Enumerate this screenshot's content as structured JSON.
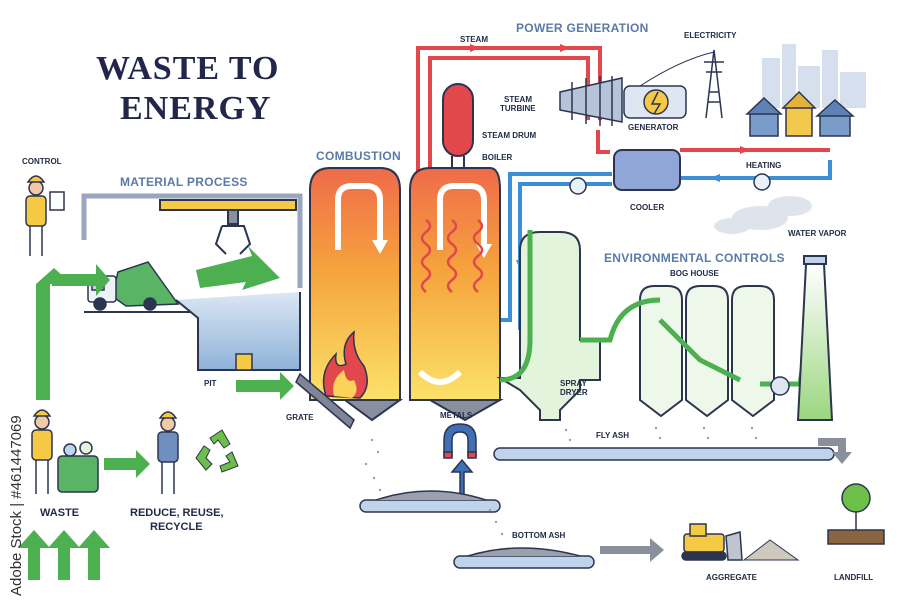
{
  "title": {
    "line1": "WASTE TO",
    "line2": "ENERGY"
  },
  "sections": {
    "material_process": "MATERIAL PROCESS",
    "combustion": "COMBUSTION",
    "power_generation": "POWER GENERATION",
    "environmental_controls": "ENVIRONMENTAL CONTROLS"
  },
  "labels": {
    "control": "CONTROL",
    "pit": "PIT",
    "grate": "GRATE",
    "metals": "METALS",
    "steam": "STEAM",
    "steam_turbine_1": "STEAM",
    "steam_turbine_2": "TURBINE",
    "steam_drum": "STEAM DRUM",
    "boiler": "BOILER",
    "generator": "GENERATOR",
    "electricity": "ELECTRICITY",
    "heating": "HEATING",
    "cooler": "COOLER",
    "water_vapor": "WATER VAPOR",
    "bog_house": "BOG HOUSE",
    "spray_dryer_1": "SPRAY",
    "spray_dryer_2": "DRYER",
    "fly_ash": "FLY ASH",
    "bottom_ash": "BOTTOM ASH",
    "aggregate": "AGGREGATE",
    "landfill": "LANDFILL",
    "waste": "WASTE",
    "reduce_1": "REDUCE, REUSE,",
    "reduce_2": "RECYCLE"
  },
  "watermark": "Adobe Stock | #461447069",
  "colors": {
    "outline": "#2c3550",
    "green_arrow": "#4caf50",
    "steam_red": "#e2474b",
    "water_blue": "#3b8fd6",
    "fire_orange": "#f39a3a",
    "fire_yellow": "#fbd35a",
    "env_green": "#7cc66a",
    "pale_green": "#e3f4dc",
    "belt_blue": "#bfd3ea",
    "metal_blue": "#3f6fb5",
    "truck_green": "#5ab466",
    "yellow": "#f6c945"
  }
}
